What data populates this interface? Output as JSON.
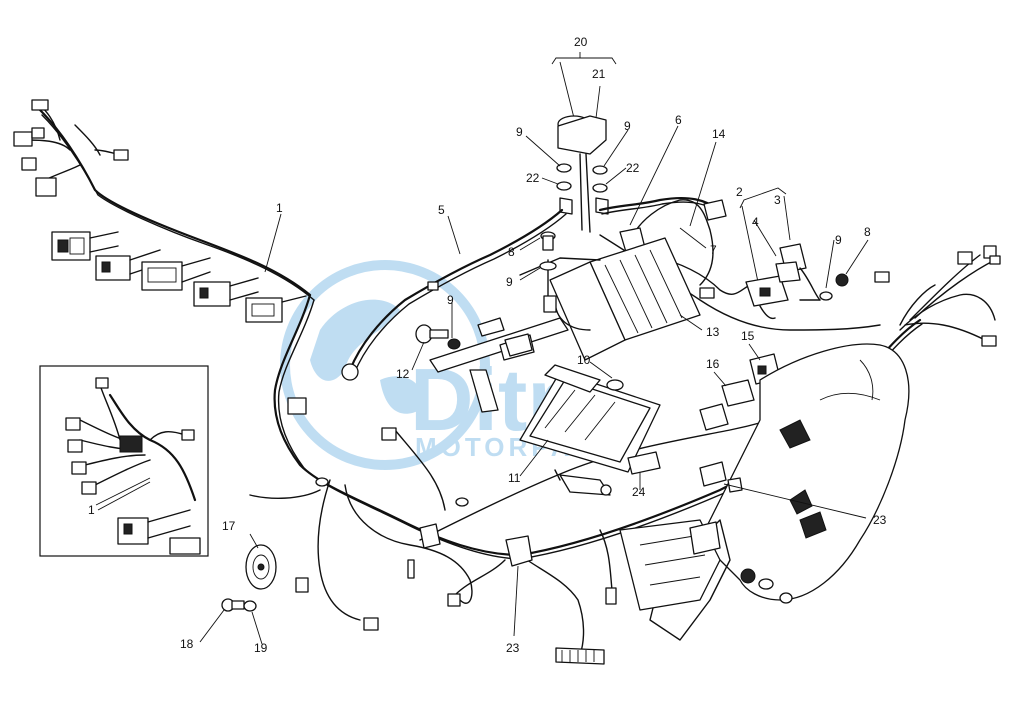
{
  "watermark": {
    "brand": "Ditm",
    "subtitle": "MOTORPARTS",
    "color": "#1e88d2"
  },
  "callouts": {
    "c1": "1",
    "c1_inset": "1",
    "c2": "2",
    "c3": "3",
    "c4": "4",
    "c5": "5",
    "c6": "6",
    "c7": "7",
    "c8a": "8",
    "c8b": "8",
    "c9a": "9",
    "c9b": "9",
    "c9c": "9",
    "c9d": "9",
    "c9e": "9",
    "c10": "10",
    "c11": "11",
    "c12": "12",
    "c13": "13",
    "c14": "14",
    "c15": "15",
    "c16": "16",
    "c17": "17",
    "c18": "18",
    "c19": "19",
    "c20": "20",
    "c21": "21",
    "c22a": "22",
    "c22b": "22",
    "c23a": "23",
    "c23b": "23",
    "c24": "24"
  }
}
